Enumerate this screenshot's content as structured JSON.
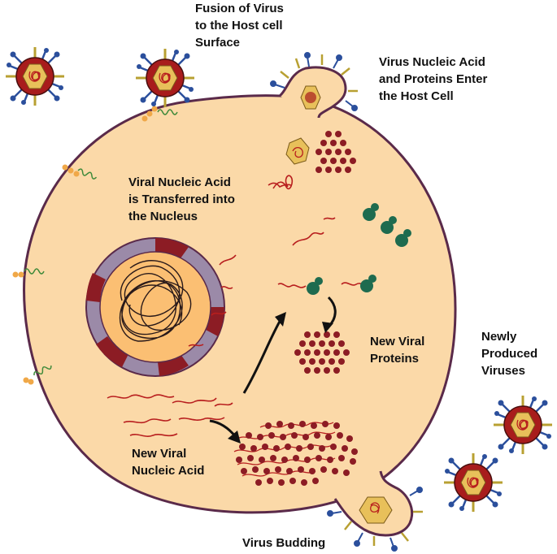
{
  "labels": {
    "fusion": [
      "Fusion of Virus",
      "to the Host cell",
      "Surface"
    ],
    "enter": [
      "Virus Nucleic Acid",
      "and Proteins Enter",
      "the Host Cell"
    ],
    "transfer": [
      "Viral Nucleic Acid",
      "is Transferred into",
      "the Nucleus"
    ],
    "new_proteins": [
      "New Viral",
      "Proteins"
    ],
    "newly_produced": [
      "Newly",
      "Produced",
      "Viruses"
    ],
    "new_nucleic": [
      "New Viral",
      "Nucleic Acid"
    ],
    "budding": [
      "Virus Budding"
    ]
  },
  "colors": {
    "cytoplasm": "#fbd9a8",
    "membrane": "#5a2a4a",
    "virus_capsid": "#a81c1c",
    "virus_core": "#e8c05a",
    "virus_spike_blue": "#2b4f9c",
    "virus_spike_gold": "#b8a032",
    "nucleus_envelope": "#9b8aa8",
    "nucleus_inner": "#fbbf73",
    "rna": "#b81e1e",
    "protein_dot": "#8c1c24",
    "ribosome": "#1e6b4f",
    "receptor_bead": "#f0a848",
    "receptor_coil": "#3f8a3a"
  }
}
